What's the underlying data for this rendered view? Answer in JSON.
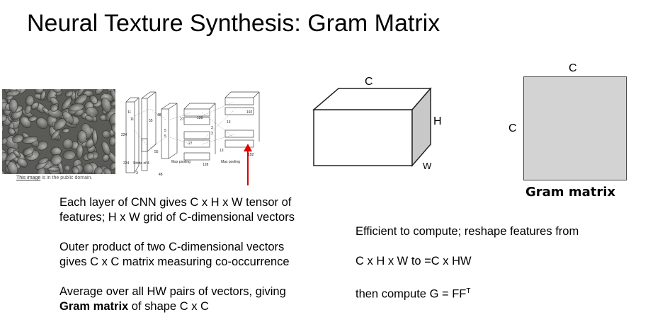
{
  "title": "Neural Texture Synthesis: Gram Matrix",
  "image_credit": {
    "link_text": "This image",
    "rest": " is in the public domain."
  },
  "cnn_diagram": {
    "labels": [
      "224",
      "224",
      "Stride of 4",
      "3",
      "11",
      "11",
      "55",
      "55",
      "48",
      "5",
      "5",
      "27",
      "27",
      "128",
      "3",
      "3",
      "13",
      "13",
      "192",
      "48",
      "128",
      "192",
      "Max pooling",
      "Max pooling"
    ]
  },
  "tensor": {
    "c_label": "C",
    "h_label": "H",
    "w_label": "W"
  },
  "gram": {
    "top_label": "C",
    "left_label": "C",
    "caption": "Gram matrix",
    "fill": "#d3d3d3"
  },
  "left_text": {
    "p1_line1": "Each layer of CNN gives C x H x W tensor of",
    "p1_line2": "features; H x W grid of C-dimensional vectors",
    "p2_line1": "Outer product of two C-dimensional vectors",
    "p2_line2": "gives C x C matrix measuring co-occurrence",
    "p3_line1": "Average over all HW pairs of vectors, giving",
    "p3_bold": "Gram matrix",
    "p3_rest": " of shape C x C"
  },
  "right_text": {
    "line1": "Efficient to compute; reshape features from",
    "line2": "C x H x W to  =C x HW",
    "line3_pre": "then compute G = FF",
    "line3_sup": "T"
  },
  "colors": {
    "arrow": "#e00000"
  }
}
